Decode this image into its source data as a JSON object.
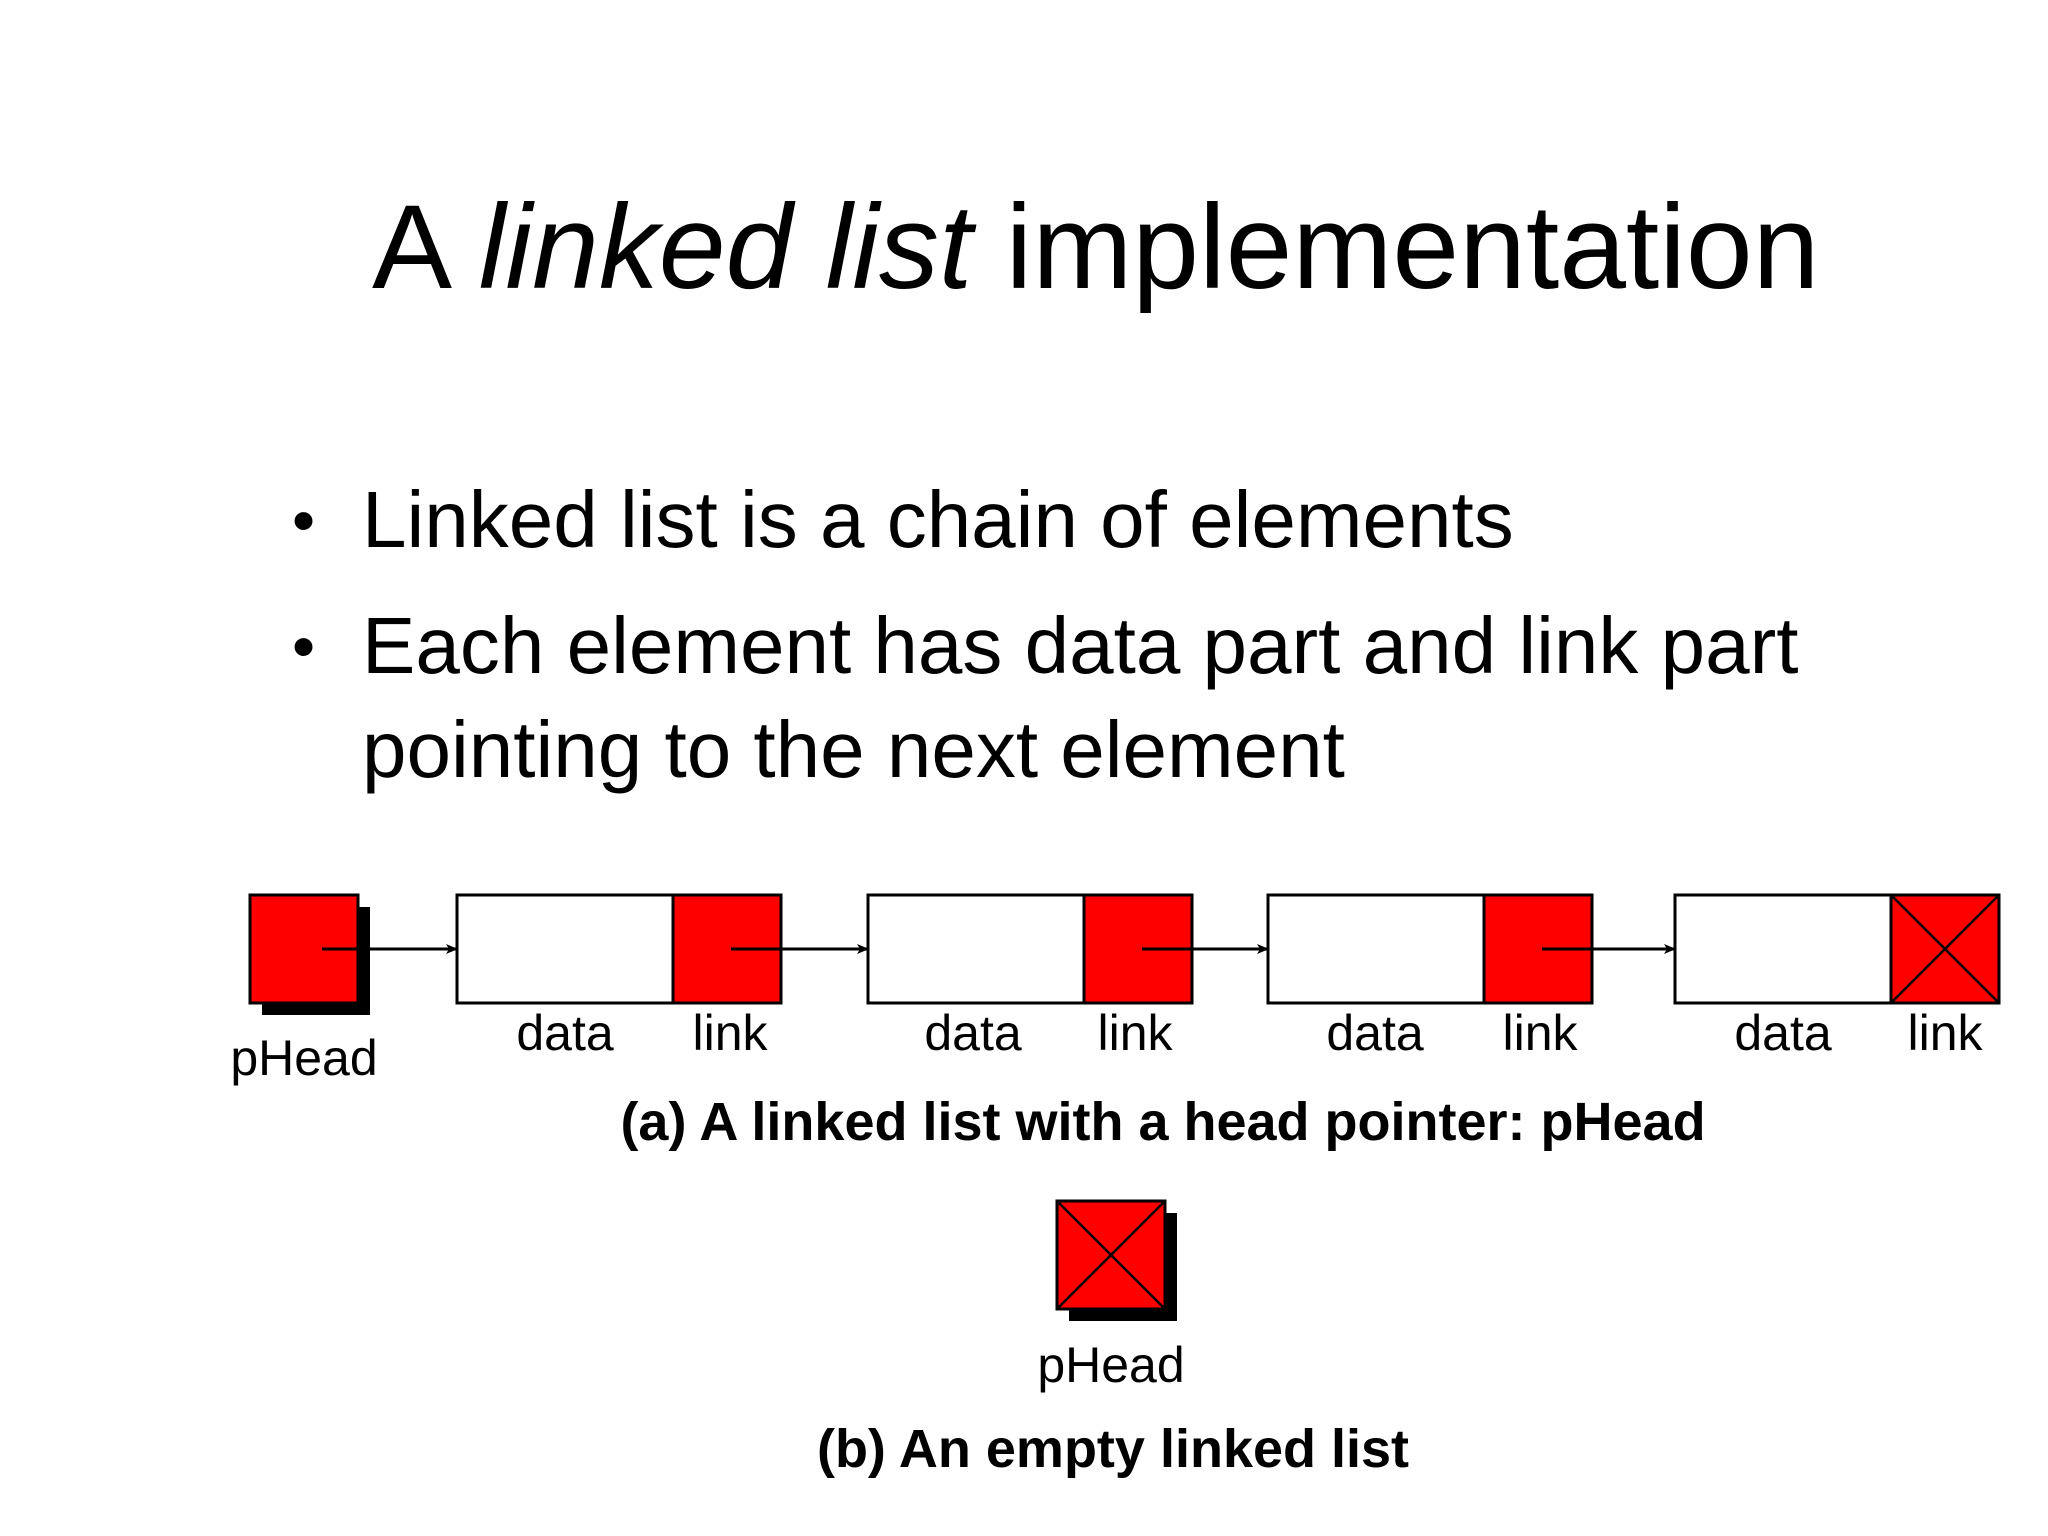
{
  "slide": {
    "title": {
      "part1": "A ",
      "emphasis": "linked list",
      "part2": " implementation"
    },
    "bullets": [
      "Linked list is a chain of elements",
      "Each element has data part and link part pointing to the next element"
    ]
  },
  "diagram_a": {
    "head_label": "pHead",
    "node_count": 4,
    "last_link_null": true,
    "nodes": [
      {
        "data_label": "data",
        "link_label": "link"
      },
      {
        "data_label": "data",
        "link_label": "link"
      },
      {
        "data_label": "data",
        "link_label": "link"
      },
      {
        "data_label": "data",
        "link_label": "link"
      }
    ],
    "caption": "(a) A linked list with a head pointer: pHead"
  },
  "diagram_b": {
    "head_label": "pHead",
    "head_null": true,
    "caption": "(b) An empty linked list"
  },
  "colors": {
    "pointer_fill": "#ff0000",
    "stroke": "#000000",
    "data_fill": "#ffffff",
    "shadow": "#000000"
  }
}
